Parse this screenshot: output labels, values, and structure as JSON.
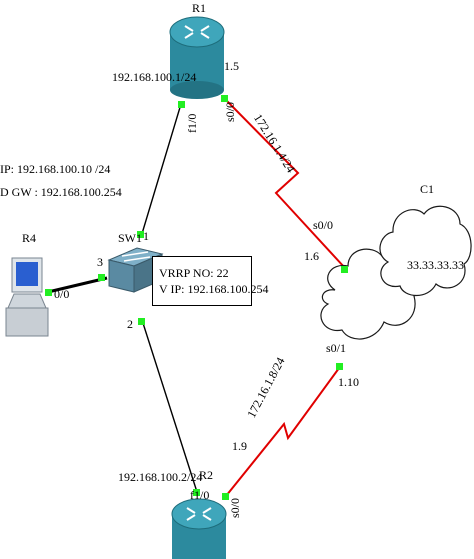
{
  "colors": {
    "ethernet": "#000000",
    "serial": "#e00000",
    "port_dot": "#22ee22",
    "router": "#2c8a9e",
    "cloud": "#ffffff"
  },
  "nodes": {
    "r1": {
      "name": "R1",
      "icon": "router-icon"
    },
    "r2": {
      "name": "R2",
      "icon": "router-icon"
    },
    "r4": {
      "name": "R4",
      "icon": "host-pc-icon"
    },
    "sw1": {
      "name": "SW1",
      "icon": "switch-icon"
    },
    "c1": {
      "name": "C1",
      "address": "33.33.33.33",
      "icon": "cloud-icon"
    }
  },
  "labels": {
    "r1_addr": "192.168.100.1/24",
    "r1_host": "1.5",
    "r1_f10": "f1/0",
    "r1_s00": "s0/0",
    "net_r1_c1": "172.16.1.4/24",
    "c1_s00": "s0/0",
    "c1_host16": "1.6",
    "c1_s01": "s0/1",
    "c1_host110": "1.10",
    "net_r2_c1": "172.16.1.8/24",
    "r2_host": "1.9",
    "r2_addr": "192.168.100.2/24",
    "r2_f10": "f1/0",
    "r2_s00": "s0/0",
    "r4_ip": "IP: 192.168.100.10 /24",
    "r4_gw": "D GW : 192.168.100.254",
    "r4_port": "0/0",
    "sw_port1": "1",
    "sw_port2": "2",
    "sw_port3": "3"
  },
  "vrrp": {
    "group": "VRRP NO: 22",
    "vip": "V IP: 192.168.100.254"
  }
}
